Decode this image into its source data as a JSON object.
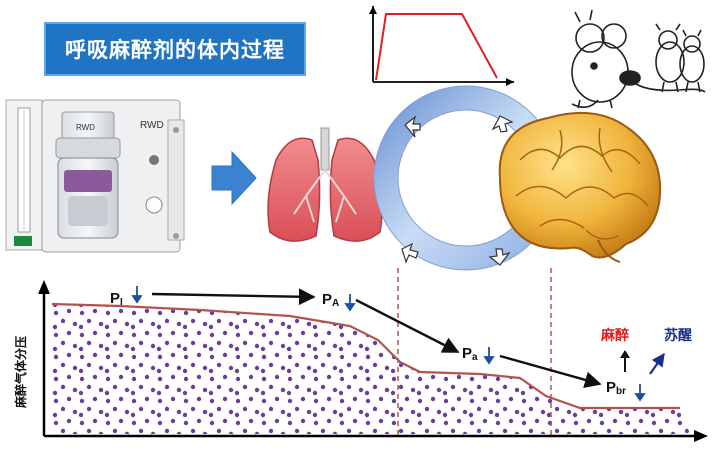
{
  "title": "呼吸麻醉剂的体内过程",
  "device": {
    "brand_left": "RWD",
    "brand_right": "RWD"
  },
  "chart": {
    "ylabel": "麻醉气体分压",
    "stages": [
      {
        "main": "P",
        "sub": "I"
      },
      {
        "main": "P",
        "sub": "A"
      },
      {
        "main": "P",
        "sub": "a"
      },
      {
        "main": "P",
        "sub": "br"
      }
    ],
    "outcomes": {
      "anesthesia": "麻醉",
      "awaken": "苏醒"
    }
  },
  "colors": {
    "title_bg": "#1f74c4",
    "curve": "#b5524e",
    "dots": "#6b3d9a",
    "anesthesia_text": "#e01d1d",
    "awaken_text": "#1b2f8c",
    "down_arrow": "#1f4e9e",
    "circulation_ring": "#9cbbe8",
    "brain": "#e8a533",
    "lungs": "#e46a6a"
  }
}
